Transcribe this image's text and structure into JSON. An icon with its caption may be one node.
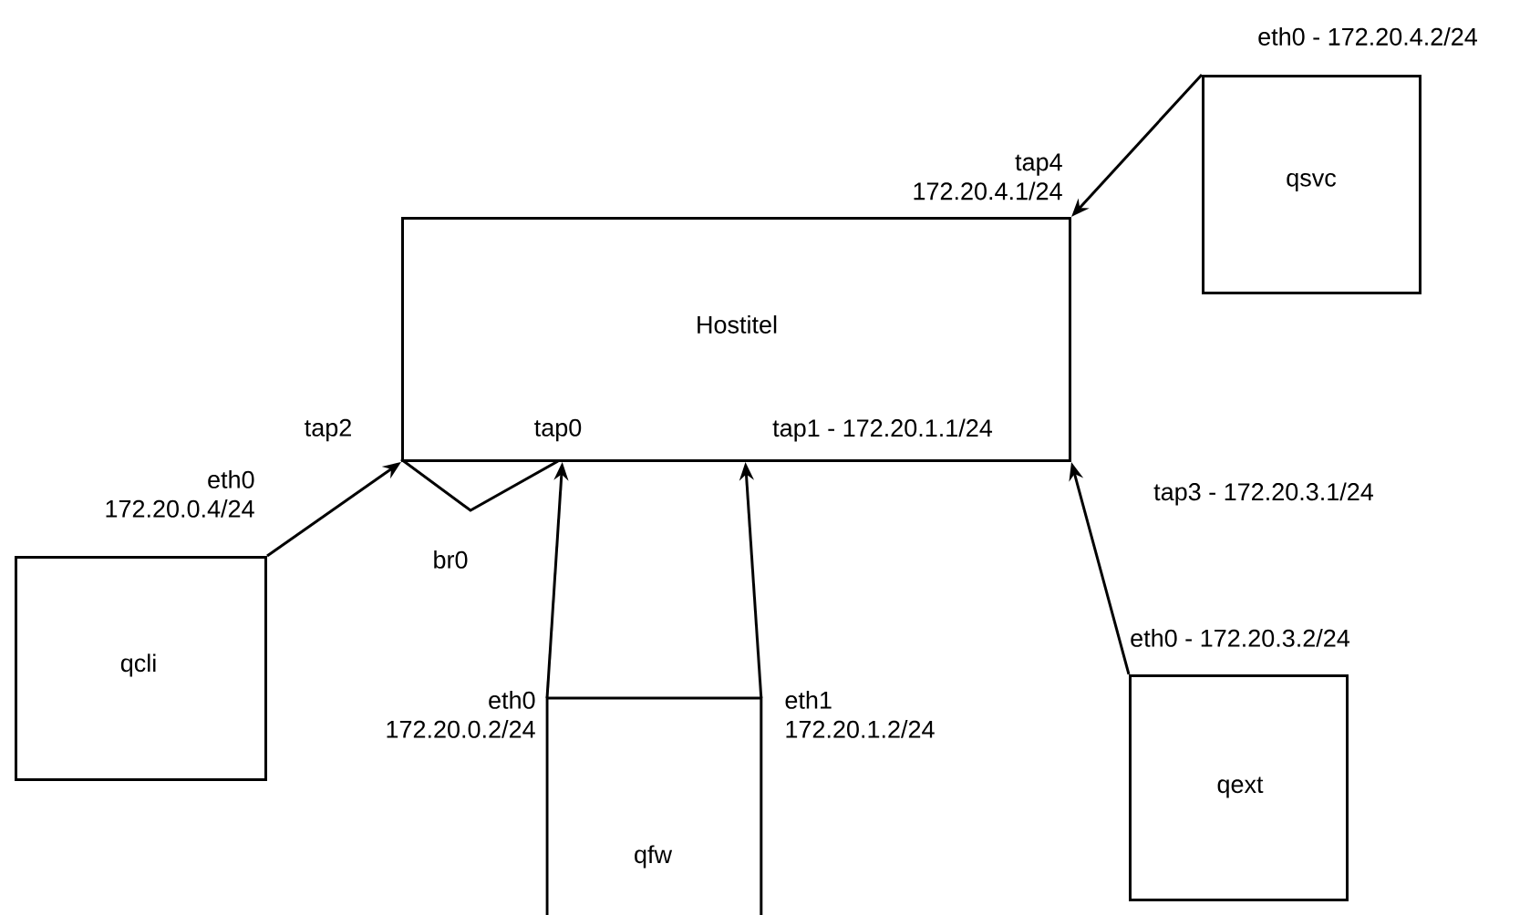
{
  "diagram": {
    "nodes": [
      {
        "text": [
          "Hostitel",
          "tap0",
          "tap1 - 172.20.1.1/24"
        ],
        "beside": [
          "tap4 172.20.4.1/24",
          "tap2",
          "tap3 - 172.20.3.1/24"
        ]
      },
      {
        "text": [
          "qsvc"
        ],
        "beside": [
          "eth0 - 172.20.4.2/24"
        ]
      },
      {
        "text": [
          "qcli"
        ],
        "beside": [
          "eth0 172.20.0.4/24"
        ]
      },
      {
        "text": [
          "qfw"
        ],
        "beside": [
          "eth0 172.20.0.2/24",
          "eth1 172.20.1.2/24"
        ]
      },
      {
        "text": [
          "qext"
        ],
        "beside": [
          "eth0 - 172.20.3.2/24"
        ]
      }
    ],
    "edges": [
      {
        "from": 2,
        "to": 0,
        "arrow": "to"
      },
      {
        "from": 3,
        "to": 0,
        "arrow": "to"
      },
      {
        "from": 3,
        "to": 0,
        "arrow": "to"
      },
      {
        "from": 4,
        "to": 0,
        "arrow": "to"
      },
      {
        "from": 1,
        "to": 0,
        "arrow": "to"
      }
    ],
    "labels": [
      "br0"
    ]
  }
}
